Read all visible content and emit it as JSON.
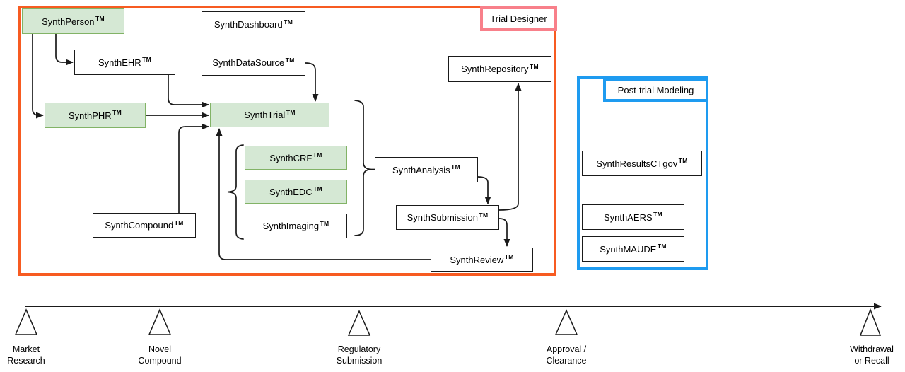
{
  "meta": {
    "tm": "TM"
  },
  "containers": {
    "trial_designer": {
      "label": "Trial Designer"
    },
    "post_trial": {
      "label": "Post-trial Modeling"
    }
  },
  "nodes": {
    "person": "SynthPerson",
    "dashboard": "SynthDashboard",
    "ehr": "SynthEHR",
    "datasource": "SynthDataSource",
    "repository": "SynthRepository",
    "phr": "SynthPHR",
    "trial": "SynthTrial",
    "crf": "SynthCRF",
    "edc": "SynthEDC",
    "imaging": "SynthImaging",
    "compound": "SynthCompound",
    "analysis": "SynthAnalysis",
    "submission": "SynthSubmission",
    "review": "SynthReview",
    "results_ctgov": "SynthResultsCTgov",
    "aers": "SynthAERS",
    "maude": "SynthMAUDE"
  },
  "timeline": {
    "phases": [
      "Market\nResearch",
      "Novel\nCompound",
      "Regulatory\nSubmission",
      "Approval /\nClearance",
      "Withdrawal\nor Recall"
    ]
  },
  "colors": {
    "container_orange": "#F75B21",
    "label_pink": "#F8808A",
    "container_blue": "#1E9BF0",
    "node_green_fill": "#D5E8D4",
    "node_green_border": "#82B366"
  }
}
